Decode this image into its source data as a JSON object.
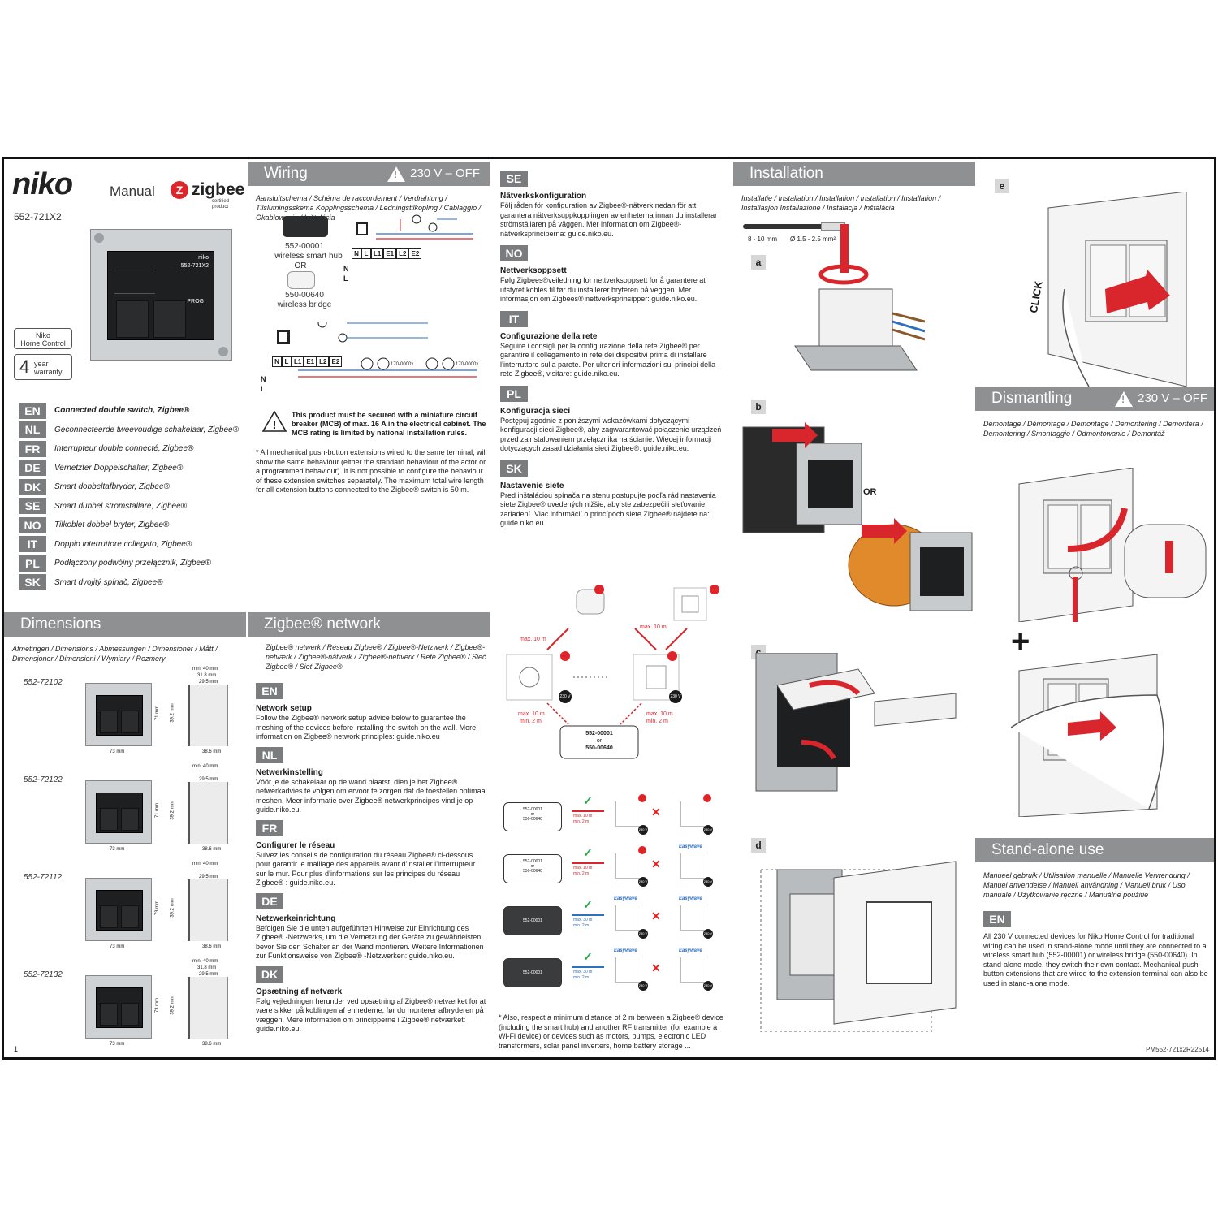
{
  "header": {
    "brand": "niko",
    "doc_type": "Manual",
    "certification": "zigbee",
    "certification_sub": "certified product",
    "model": "552-721X2",
    "badge_product_line1": "Niko",
    "badge_product_line2": "Home Control",
    "warranty_years": "4",
    "warranty_line1": "year",
    "warranty_line2": "warranty"
  },
  "device_label": {
    "brand": "niko",
    "model": "552-721X2",
    "prog": "PROG"
  },
  "product_names": [
    {
      "code": "EN",
      "name": "Connected double switch, Zigbee®"
    },
    {
      "code": "NL",
      "name": "Geconnecteerde tweevoudige schakelaar, Zigbee®"
    },
    {
      "code": "FR",
      "name": "Interrupteur double connecté, Zigbee®"
    },
    {
      "code": "DE",
      "name": "Vernetzter Doppelschalter, Zigbee®"
    },
    {
      "code": "DK",
      "name": "Smart dobbeltafbryder, Zigbee®"
    },
    {
      "code": "SE",
      "name": "Smart dubbel strömställare, Zigbee®"
    },
    {
      "code": "NO",
      "name": "Tilkoblet dobbel bryter, Zigbee®"
    },
    {
      "code": "IT",
      "name": "Doppio interruttore collegato, Zigbee®"
    },
    {
      "code": "PL",
      "name": "Podłączony podwójny przełącznik, Zigbee®"
    },
    {
      "code": "SK",
      "name": "Smart dvojitý spínač, Zigbee®"
    }
  ],
  "wiring": {
    "title": "Wiring",
    "warning": "230 V – OFF",
    "subtitle": "Aansluitschema / Schéma de raccordement / Verdrahtung / Tilslutningsskema Kopplingsschema / Ledningstilkopling / Cablaggio / Okablowanie / Inštalácia",
    "hub_code": "552-00001",
    "hub_label": "wireless smart hub",
    "or": "OR",
    "bridge_code": "550-00640",
    "bridge_label": "wireless bridge",
    "terminals": [
      "N",
      "L",
      "L1",
      "E1",
      "L2",
      "E2"
    ],
    "n_label": "N",
    "l_label": "L",
    "ext_label": "170-0000x",
    "mcb_warning": "This product must be secured with a miniature circuit breaker (MCB) of max. 16 A in the electrical cabinet. The MCB rating is limited by national installation rules.",
    "footnote": "All mechanical push-button extensions wired to the same terminal, will show the same behaviour (either the standard behaviour of the actor or a programmed behaviour). It is not possible to configure the behaviour of these extension switches separately. The maximum total wire length for all extension buttons connected to the Zigbee® switch is 50 m."
  },
  "network_config": [
    {
      "code": "SE",
      "heading": "Nätverkskonfiguration",
      "text": "Följ råden för konfiguration av Zigbee®-nätverk nedan för att garantera nätverksuppkopplingen av enheterna innan du installerar strömställaren på väggen. Mer information om Zigbee®-nätverksprinciperna: guide.niko.eu."
    },
    {
      "code": "NO",
      "heading": "Nettverksoppsett",
      "text": "Følg Zigbees®veiledning for nettverksoppsett for å garantere at utstyret kobles til før du installerer bryteren på veggen. Mer informasjon om Zigbees® nettverksprinsipper: guide.niko.eu."
    },
    {
      "code": "IT",
      "heading": "Configurazione della rete",
      "text": "Seguire i consigli per la configurazione della rete Zigbee® per garantire il collegamento in rete dei dispositivi prima di installare l’interruttore sulla parete. Per ulteriori informazioni sui principi della rete Zigbee®, visitare: guide.niko.eu."
    },
    {
      "code": "PL",
      "heading": "Konfiguracja sieci",
      "text": "Postępuj zgodnie z poniższymi wskazówkami dotyczącymi konfiguracji sieci Zigbee®, aby zagwarantować połączenie urządzeń przed zainstalowaniem przełącznika na ścianie. Więcej informacji dotyczących zasad działania sieci Zigbee®: guide.niko.eu."
    },
    {
      "code": "SK",
      "heading": "Nastavenie siete",
      "text": "Pred inštaláciou spínača na stenu postupujte podľa rád nastavenia siete Zigbee® uvedených nižšie, aby ste zabezpečili sieťovanie zariadení. Viac informácií o princípoch siete Zigbee® nájdete na: guide.niko.eu."
    }
  ],
  "dimensions": {
    "title": "Dimensions",
    "subtitle": "Afmetingen / Dimensions / Abmessungen / Dimensioner / Mått / Dimensjoner / Dimensioni / Wymiary / Rozmery",
    "variants": [
      {
        "code": "552-72102",
        "w": "73 mm",
        "h": "71 mm",
        "h2": "39.2 mm",
        "d1": "min. 40 mm",
        "d2": "31.8 mm",
        "d3": "29.5 mm",
        "d4": "38.6 mm"
      },
      {
        "code": "552-72122",
        "w": "73 mm",
        "h": "71 mm",
        "h2": "39.2 mm",
        "d1": "min. 40 mm",
        "d2": "",
        "d3": "29.5 mm",
        "d4": "38.6 mm"
      },
      {
        "code": "552-72112",
        "w": "73 mm",
        "h": "73 mm",
        "h2": "39.2 mm",
        "d1": "min. 40 mm",
        "d2": "",
        "d3": "29.5 mm",
        "d4": "38.6 mm"
      },
      {
        "code": "552-72132",
        "w": "73 mm",
        "h": "73 mm",
        "h2": "39.2 mm",
        "d1": "min. 40 mm",
        "d2": "31.8 mm",
        "d3": "29.5 mm",
        "d4": "38.6 mm"
      }
    ],
    "page_number": "1"
  },
  "zigbee_network": {
    "title": "Zigbee® network",
    "subtitle": "Zigbee® netwerk / Réseau Zigbee® / Zigbee®-Netzwerk / Zigbee®-netværk / Zigbee®-nätverk / Zigbee®-nettverk / Rete Zigbee® / Sieć Zigbee® / Sieť Zigbee®",
    "sections": [
      {
        "code": "EN",
        "heading": "Network setup",
        "text": "Follow the Zigbee® network setup advice below to guarantee the meshing of the devices before installing the switch on the wall. More information on Zigbee® network principles: guide.niko.eu"
      },
      {
        "code": "NL",
        "heading": "Netwerkinstelling",
        "text": "Vóór je de schakelaar op de wand plaatst, dien je het Zigbee® netwerkadvies te volgen om ervoor te zorgen dat de toestellen optimaal meshen. Meer informatie over Zigbee® netwerkprincipes vind je op guide.niko.eu."
      },
      {
        "code": "FR",
        "heading": "Configurer le réseau",
        "text": "Suivez les conseils de configuration du réseau Zigbee® ci-dessous pour garantir le maillage des appareils avant d’installer l’interrupteur sur le mur. Pour plus d’informations sur les principes du réseau Zigbee® : guide.niko.eu."
      },
      {
        "code": "DE",
        "heading": "Netzwerkeinrichtung",
        "text": "Befolgen Sie die unten aufgeführten Hinweise zur Einrichtung des Zigbee® -Netzwerks, um die Vernetzung der Geräte zu gewährleisten, bevor Sie den Schalter an der Wand montieren. Weitere Informationen zur Funktionsweise von Zigbee® -Netzwerken: guide.niko.eu."
      },
      {
        "code": "DK",
        "heading": "Opsætning af netværk",
        "text": "Følg vejledningen herunder ved opsætning af Zigbee® netværket for at være sikker på koblingen af enhederne, før du monterer afbryderen på væggen. Mere information om principperne i Zigbee® netværket: guide.niko.eu."
      }
    ]
  },
  "mesh_diagram": {
    "max10": "max. 10 m",
    "min2": "min. 2 m",
    "max30": "max. 30 m",
    "v230": "230 V",
    "hub_code": "552-00001",
    "or": "or",
    "bridge_code": "550-00640",
    "easywave": "Easywave",
    "footnote": "Also, respect a minimum distance of 2 m between a Zigbee® device (including the smart hub) and another RF transmitter (for example a Wi-Fi device) or devices such as motors, pumps, electronic LED transformers, solar panel inverters, home battery storage ..."
  },
  "installation": {
    "title": "Installation",
    "subtitle": "Installatie / Installation / Installation / Installation / Installation / Installasjon Installazione / Instalacja / Inštalácia",
    "strip_length": "8 - 10 mm",
    "wire_section": "Ø 1.5 - 2.5 mm²",
    "steps": [
      "a",
      "b",
      "c",
      "d"
    ],
    "or": "OR"
  },
  "step_e": {
    "letter": "e",
    "click": "CLICK"
  },
  "dismantling": {
    "title": "Dismantling",
    "warning": "230 V – OFF",
    "subtitle": "Demontage / Démontage / Demontage / Demontering / Demontera / Demontering / Smontaggio / Odmontowanie / Demontáž",
    "plus": "+"
  },
  "standalone": {
    "title": "Stand-alone use",
    "subtitle": "Manueel gebruik / Utilisation manuelle / Manuelle Verwendung / Manuel anvendelse / Manuell användning / Manuell bruk / Uso manuale / Użytkowanie ręczne / Manuálne použitie",
    "code": "EN",
    "text": "All 230 V connected devices for Niko Home Control for traditional wiring can be used in stand-alone mode until they are connected to a wireless smart hub (552-00001) or wireless bridge (550-00640). In stand-alone mode, they switch their own contact. Mechanical push-button extensions that are wired to the extension terminal can also be used in stand-alone mode.",
    "doc_code": "PM552-721x2R22514"
  },
  "colors": {
    "bar": "#8f9091",
    "badge": "#7b7c7d",
    "zigbee_red": "#e0252a",
    "arrow_red": "#d9262c",
    "ok_green": "#2fa84f",
    "wire_blue": "#2e6fc1"
  }
}
